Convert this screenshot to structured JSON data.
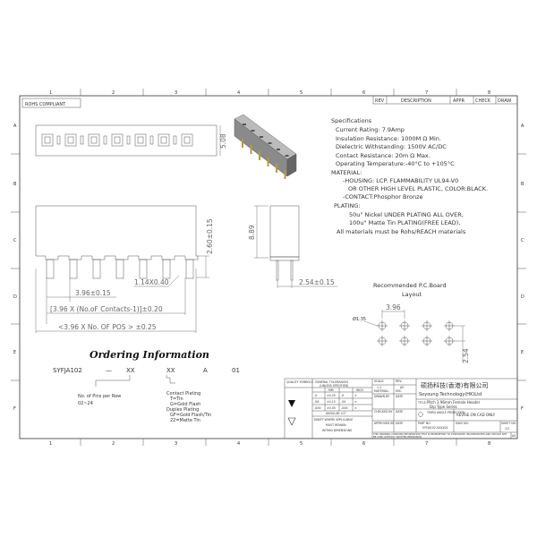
{
  "columns": [
    "1",
    "2",
    "3",
    "4",
    "5",
    "6",
    "7",
    "8"
  ],
  "rows": [
    "A",
    "B",
    "C",
    "D",
    "E",
    "F"
  ],
  "revision_table": {
    "rev": "REV",
    "description": "DESCRIPTION",
    "appr": "APPR",
    "check": "CHECK",
    "draw": "DRAW"
  },
  "rohs_badge": "ROHS COMPLIANT",
  "dimensions": {
    "height_top": "5.08",
    "pin_height": "2.60±0.15",
    "pin_size": "1.14X0.40",
    "pitch": "3.96±0.15",
    "contacts_span": "[3.96 X (No.oF Contacts-1)]±0.20",
    "overall_length": "<3.96 X No. OF POS > ±0.25",
    "side_height": "8.89",
    "row_pitch": "2.54±0.15"
  },
  "specifications": {
    "title": "Specifications",
    "lines": [
      "Current Rating:   7.9Amp",
      "Insulation Resistance: 1000M Ω Min.",
      "Dielectric Withstanding:   1500V AC/DC",
      "Contact Resistance:   20m Ω Max.",
      "Operating Temperature:-40°C  to  +105°C"
    ],
    "material_title": "MATERIAL:",
    "material_lines": [
      "-HOUSING: LCP. FLAMMABILITY UL94-V0",
      "OR OTHER HIGH LEVEL PLASTIC, COLOR:BLACK.",
      "-CONTACT:Phosphor Bronze"
    ],
    "plating_title": "PLATING:",
    "plating_lines": [
      "50u\" Nickel UNDER PLATING ALL OVER,",
      "100u\" Matte Tin PLATING(FREE LEAD),"
    ],
    "footer": "All materials must be Rohs/REACH materials"
  },
  "pcb_layout": {
    "title_line1": "Recommended P.C.Board",
    "title_line2": "Layout",
    "pitch": "3.96",
    "hole": "Ø1.35",
    "row_pitch": "2.54"
  },
  "ordering": {
    "title": "Ordering Information",
    "part": [
      "SYFJA102",
      "—",
      "XX",
      "XX",
      "A",
      "01"
    ],
    "pins_label": "No. of Pins per Row",
    "pins_range": "02~24",
    "plating_lines": [
      "Contact Plating",
      "T=Tin",
      "G=Gold Flash",
      "Duplex Plating",
      "GF=Gold Flash/Tin",
      "22=Matte Tin"
    ]
  },
  "title_block": {
    "quality_symbols": "QUALITY SYMBOLS",
    "tolerances_title": "GENERAL TOLERANCES",
    "tolerances_sub": "(UNLESS SPECIFIED)",
    "mm": "MM",
    "inch": "INCH",
    "tol_rows": [
      [
        ".X",
        "±0.25",
        ".X",
        "±"
      ],
      [
        ".XX",
        "±0.15",
        ".XX",
        "±"
      ],
      [
        ".XXX",
        "±0.05",
        ".XXX",
        "±"
      ]
    ],
    "angular": "ANGULAR ±3°",
    "draft": [
      "DRAFT WHERE APPLICABLE",
      "MUST REMAIN",
      "WITHIN DIMENSIONS"
    ],
    "scale_label": "SCALE:",
    "scale": "1:1",
    "rev_label": "REV:",
    "rev": "A0",
    "material_label": "MATERIAL:",
    "mic_label": "MIC:",
    "drawn_by": "DRAWN BY",
    "checked_by": "CHECKED BY",
    "approved_by": "APPROVED BY",
    "date": "DATE",
    "company_cn": "硕扬科技(香港)有限公司",
    "company_en": "Soyoung Technology(HK)Ltd",
    "title_label": "TITLE:",
    "title_1": "Pitch 3.96mm Female Header",
    "title_2": "Dip Type Series",
    "projection": "THIRD ANGLE PROJECTION",
    "revise": "REVISE ON CAD ONLY",
    "part_no_label": "PART NO.",
    "part_no": "SYFJA102-XXXX01",
    "dwg_no_label": "DWG NO.",
    "sheet_label": "SHEET NO.",
    "sheet": "1/1",
    "notice": "THIS DRAWING CONTAINS INFORMATION THAT IS PROPRIETARY TO SYNDORATE. INCORPORATED AND SHOULD NOT BE USED WITHOUT WRITTEN PERMISSION",
    "size": "A4"
  }
}
